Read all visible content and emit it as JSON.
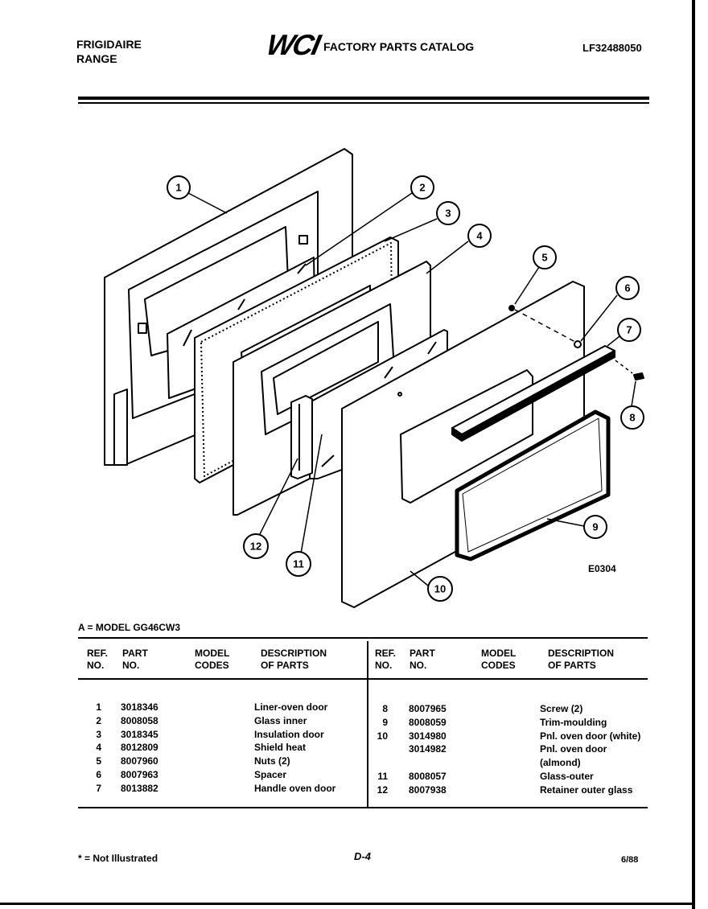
{
  "header": {
    "brand": "FRIGIDAIRE",
    "product": "RANGE",
    "logo": "WCI",
    "catalog_title": "FACTORY PARTS CATALOG",
    "model_code": "LF32488050"
  },
  "diagram": {
    "code": "E0304",
    "callouts": [
      "1",
      "2",
      "3",
      "4",
      "5",
      "6",
      "7",
      "8",
      "9",
      "10",
      "11",
      "12"
    ]
  },
  "model_line": "A = MODEL GG46CW3",
  "table": {
    "headers": {
      "ref": "REF.\nNO.",
      "part": "PART\nNO.",
      "model": "MODEL\nCODES",
      "desc": "DESCRIPTION\nOF PARTS"
    },
    "left_rows": [
      {
        "ref": "1",
        "part": "3018346",
        "desc": "Liner-oven door"
      },
      {
        "ref": "2",
        "part": "8008058",
        "desc": "Glass inner"
      },
      {
        "ref": "3",
        "part": "3018345",
        "desc": "Insulation door"
      },
      {
        "ref": "4",
        "part": "8012809",
        "desc": "Shield heat"
      },
      {
        "ref": "5",
        "part": "8007960",
        "desc": "Nuts (2)"
      },
      {
        "ref": "6",
        "part": "8007963",
        "desc": "Spacer"
      },
      {
        "ref": "7",
        "part": "8013882",
        "desc": "Handle oven door"
      }
    ],
    "right_rows": [
      {
        "ref": "8",
        "part": "8007965",
        "desc": "Screw (2)"
      },
      {
        "ref": "9",
        "part": "8008059",
        "desc": "Trim-moulding"
      },
      {
        "ref": "10",
        "part": "3014980",
        "desc": "Pnl. oven door (white)"
      },
      {
        "ref": "",
        "part": "3014982",
        "desc": "Pnl. oven door"
      },
      {
        "ref": "",
        "part": "",
        "desc": "(almond)"
      },
      {
        "ref": "11",
        "part": "8008057",
        "desc": "Glass-outer"
      },
      {
        "ref": "12",
        "part": "8007938",
        "desc": "Retainer outer glass"
      }
    ]
  },
  "footer": {
    "note": "* = Not Illustrated",
    "page": "D-4",
    "date": "6/88"
  }
}
